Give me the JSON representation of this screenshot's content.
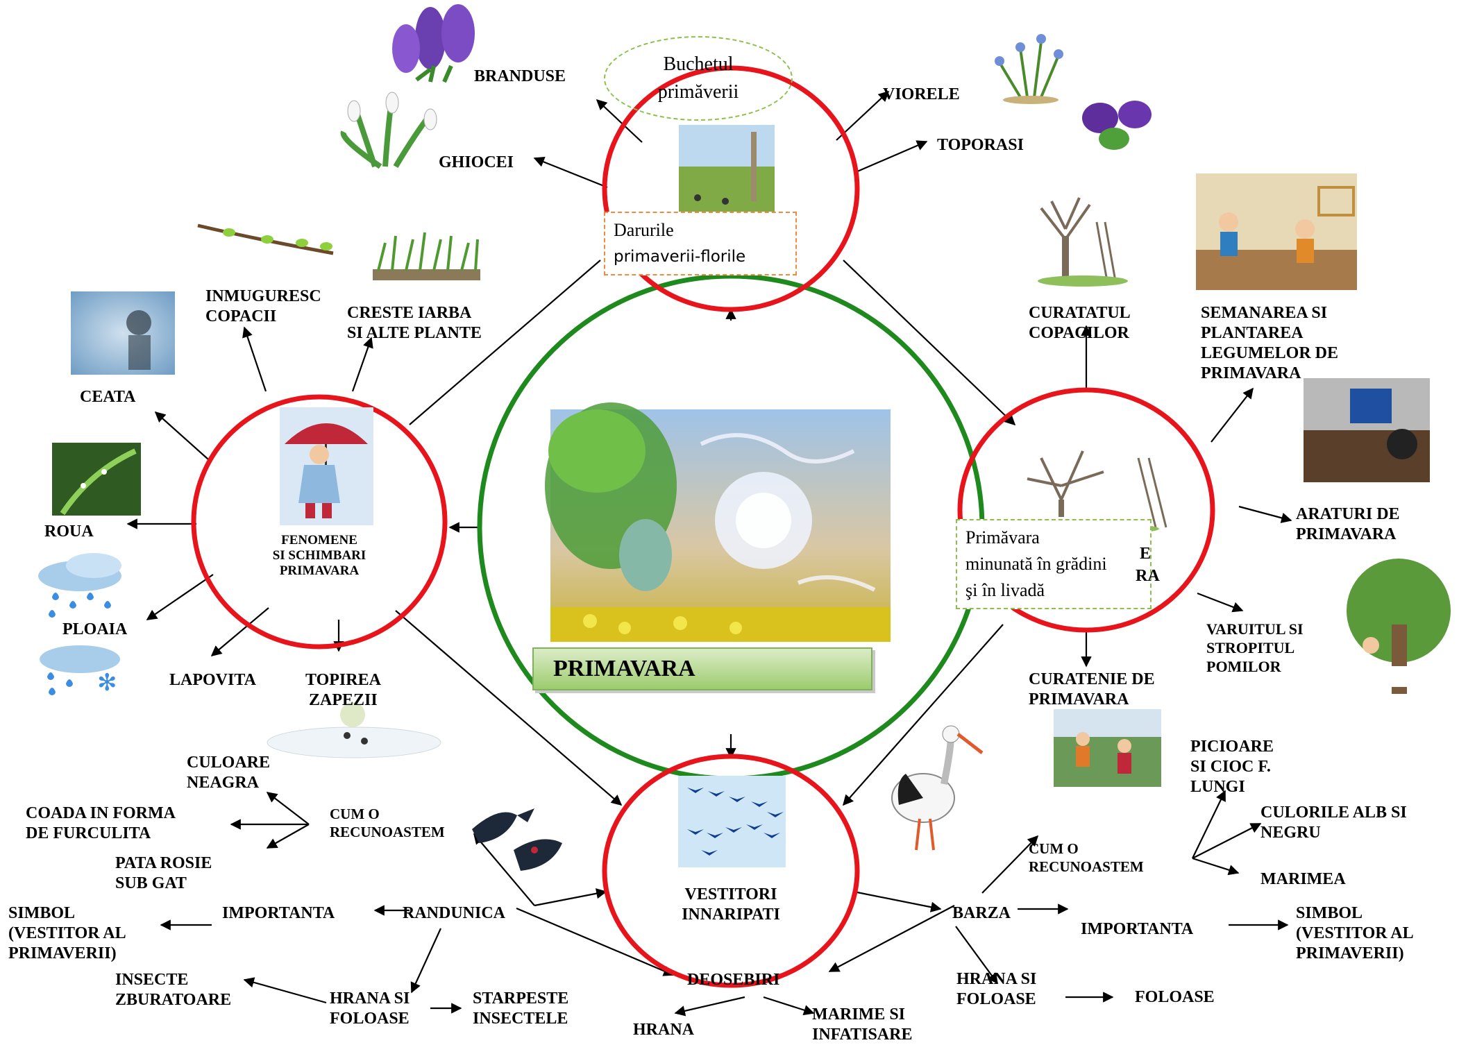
{
  "center": {
    "title": "PRIMAVARA"
  },
  "bouquet": {
    "title_lines": [
      "Buchetul",
      "primăverii"
    ],
    "gifts_lines": [
      "Darurile",
      "primaverii-florile"
    ],
    "flowers": [
      "BRANDUSE",
      "GHIOCEI",
      "VIORELE",
      "TOPORASI"
    ]
  },
  "phenomena": {
    "title_lines": [
      "FENOMENE",
      "SI SCHIMBARI",
      "PRIMAVARA"
    ],
    "items": {
      "inmuguresc": [
        "INMUGURESC",
        "COPACII"
      ],
      "iarba": [
        "CRESTE  IARBA",
        "SI ALTE  PLANTE"
      ],
      "ceata": [
        "CEATA"
      ],
      "roua": [
        "ROUA"
      ],
      "ploaia": [
        "PLOAIA"
      ],
      "lapovita": [
        "LAPOVITA"
      ],
      "topirea": [
        "TOPIREA",
        "ZAPEZII"
      ]
    }
  },
  "garden": {
    "note_lines": [
      "Primăvara",
      "minunată în grădini",
      "şi în livadă"
    ],
    "hidden_tail": [
      "E",
      "RA"
    ],
    "items": {
      "curatatul": [
        "CURATATUL",
        "COPACILOR"
      ],
      "semanarea": [
        "SEMANAREA  SI",
        "PLANTAREA",
        "LEGUMELOR DE",
        "PRIMAVARA"
      ],
      "araturi": [
        "ARATURI  DE",
        "PRIMAVARA"
      ],
      "varuitul": [
        "VARUITUL SI",
        "STROPITUL",
        "POMILOR"
      ],
      "curatenie": [
        "CURATENIE DE",
        "PRIMAVARA"
      ]
    }
  },
  "birds": {
    "title_lines": [
      "VESTITORI",
      "INNARIPATI"
    ],
    "randunica": {
      "name": "RANDUNICA",
      "cum": [
        "CUM  O",
        "RECUNOASTEM"
      ],
      "culoare": [
        "CULOARE",
        "NEAGRA"
      ],
      "coada": [
        "COADA  IN FORMA",
        "DE FURCULITA"
      ],
      "pata": [
        "PATA  ROSIE",
        "SUB  GAT"
      ],
      "importanta": [
        "IMPORTANTA"
      ],
      "simbol": [
        "SIMBOL",
        "(VESTITOR AL",
        "PRIMAVERII)"
      ],
      "hrana": [
        "HRANA  SI",
        "FOLOASE"
      ],
      "insecte": [
        "INSECTE",
        "ZBURATOARE"
      ],
      "starpeste": [
        "STARPESTE",
        "INSECTELE"
      ]
    },
    "barza": {
      "name": "BARZA",
      "cum": [
        "CUM  O",
        "RECUNOASTEM"
      ],
      "picioare": [
        "PICIOARE",
        "SI  CIOC  F.",
        "LUNGI"
      ],
      "culorile": [
        "CULORILE ALB SI",
        "NEGRU"
      ],
      "marimea": [
        "MARIMEA"
      ],
      "importanta": [
        "IMPORTANTA"
      ],
      "simbol": [
        "SIMBOL",
        "(VESTITOR AL",
        "PRIMAVERII)"
      ],
      "hrana": [
        "HRANA  SI",
        "FOLOASE"
      ],
      "foloase": [
        "FOLOASE"
      ]
    },
    "deosebiri": {
      "name": "DEOSEBIRI",
      "hrana": [
        "HRANA"
      ],
      "marime": [
        "MARIME  SI",
        "INFATISARE"
      ]
    }
  },
  "colors": {
    "ring_outer": "#e8141c",
    "ring_center": "#1e8a1e",
    "arrow": "#000000"
  }
}
